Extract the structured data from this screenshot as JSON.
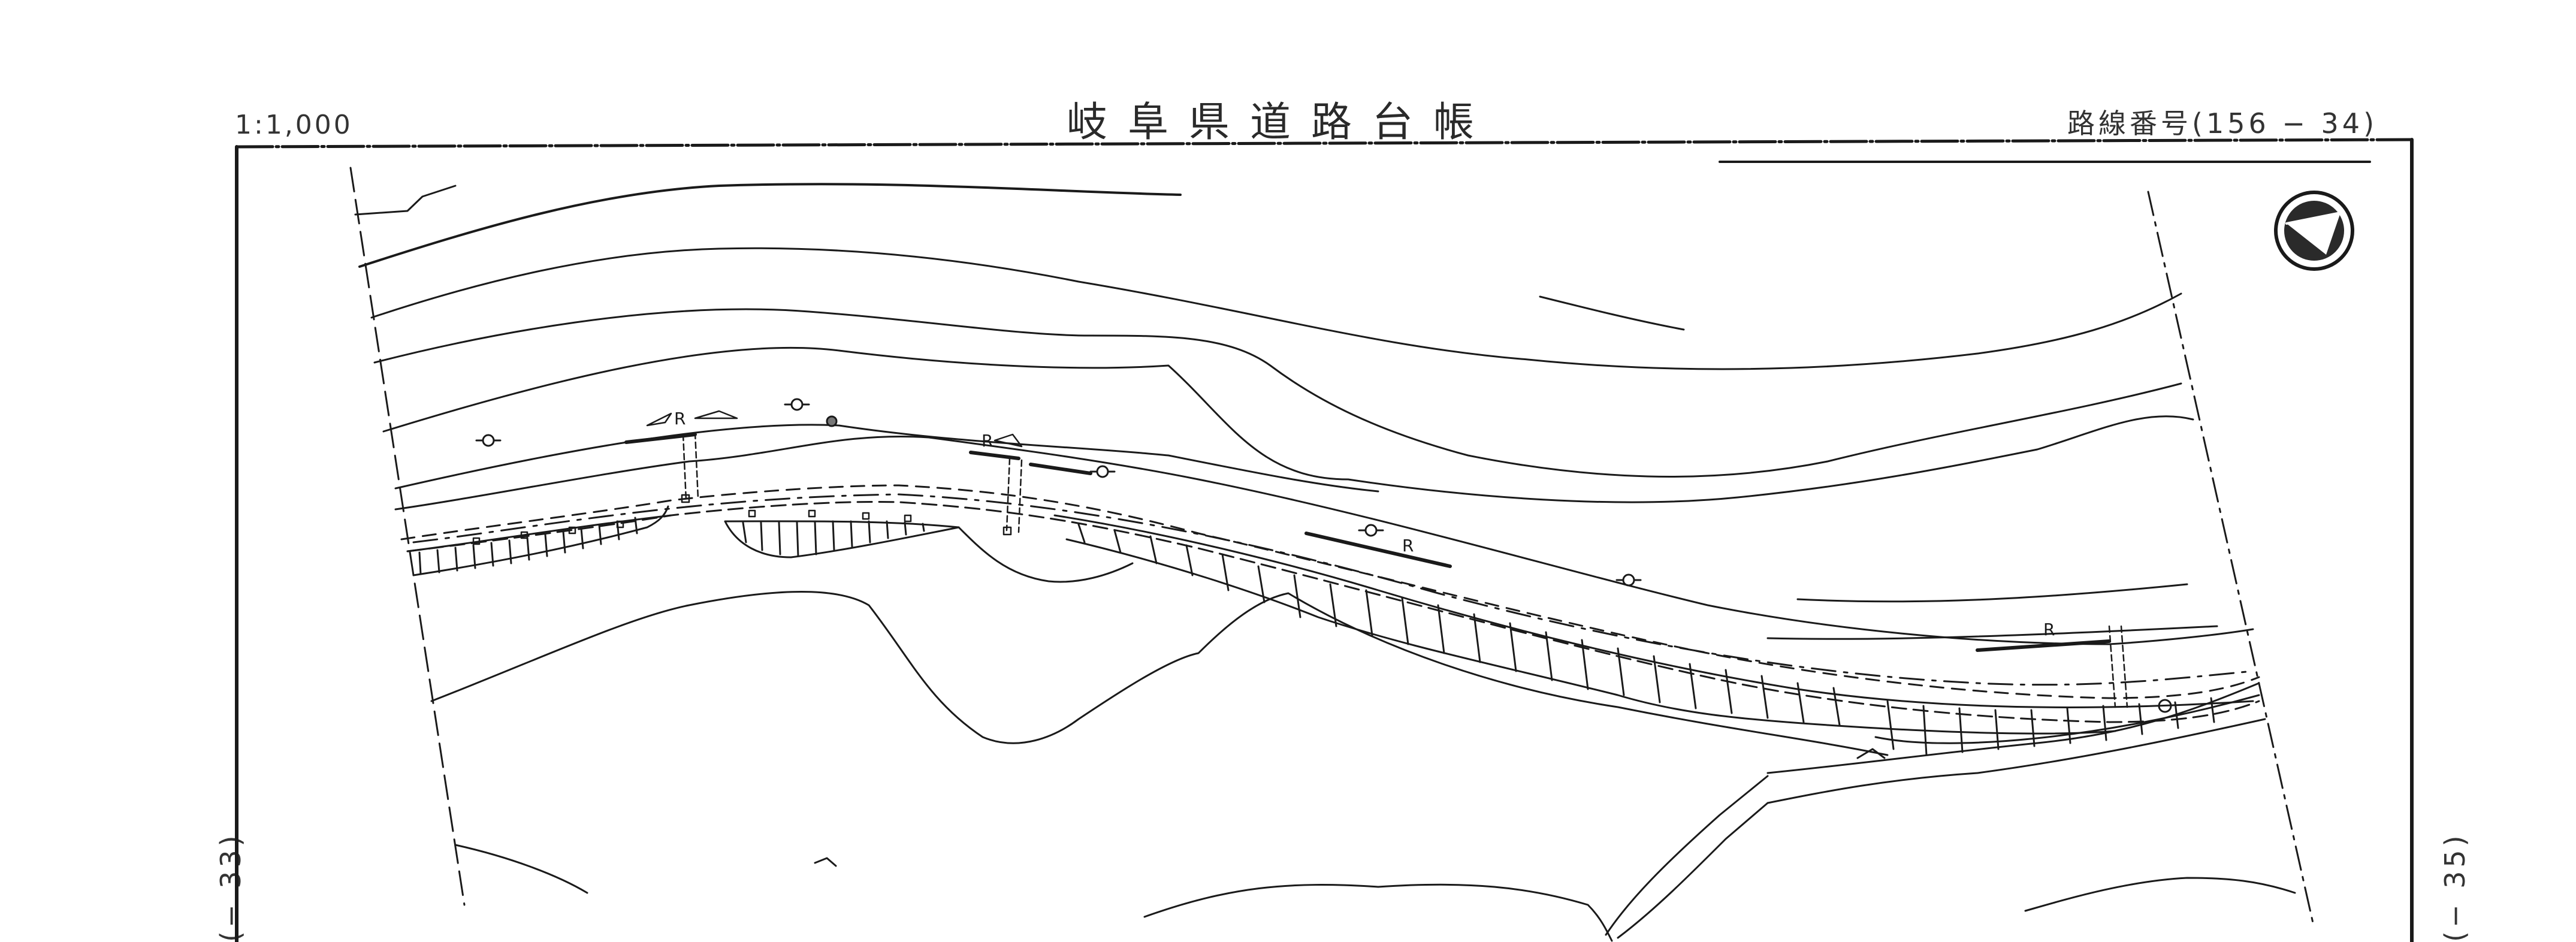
{
  "header": {
    "scale": "1:1,000",
    "title": "岐阜県道路台帳",
    "route_number": "路線番号(156 − 34)"
  },
  "sheet_refs": {
    "previous": "(− 33)",
    "next": "(− 35)"
  },
  "map_symbols": {
    "road_marker": "R"
  },
  "icons": {
    "north_arrow": "north-arrow-icon"
  },
  "colors": {
    "ink": "#1a1a1a",
    "paper": "#ffffff"
  }
}
